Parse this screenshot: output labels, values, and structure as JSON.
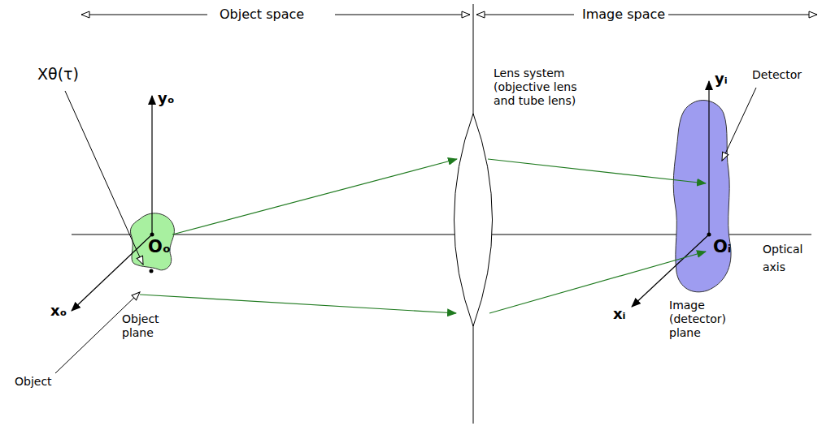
{
  "diagram": {
    "nodes": [
      {
        "text": [
          "Object plane"
        ]
      },
      {
        "text": [
          "Image (detector) plane"
        ]
      }
    ],
    "labels": [
      "Object space",
      "Image space",
      "Xθ(τ)",
      "yₒ",
      "xₒ",
      "Oₒ",
      "Object",
      "Lens system (objective lens and tube lens)",
      "Detector",
      "yᵢ",
      "xᵢ",
      "Oᵢ",
      "Optical axis"
    ]
  }
}
